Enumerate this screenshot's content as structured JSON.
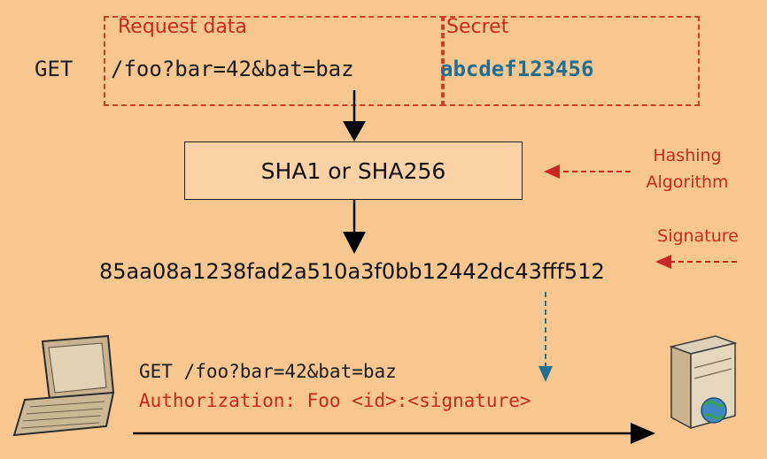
{
  "request": {
    "label": "Request data",
    "method": "GET",
    "path": "/foo?bar=42&bat=baz"
  },
  "secret": {
    "label": "Secret",
    "value": "abcdef123456"
  },
  "algorithm": {
    "box_label": "SHA1 or SHA256",
    "annotation_line1": "Hashing",
    "annotation_line2": "Algorithm"
  },
  "signature": {
    "annotation": "Signature",
    "value": "85aa08a1238fad2a510a3f0bb12442dc43fff512"
  },
  "http_request": {
    "line1": "GET /foo?bar=42&bat=baz",
    "line2": "Authorization: Foo <id>:<signature>"
  },
  "icons": {
    "client": "laptop-icon",
    "server": "server-with-globe-icon"
  },
  "colors": {
    "background": "#f8c790",
    "accent_red": "#c8281e",
    "secret_blue": "#1f6f93"
  }
}
